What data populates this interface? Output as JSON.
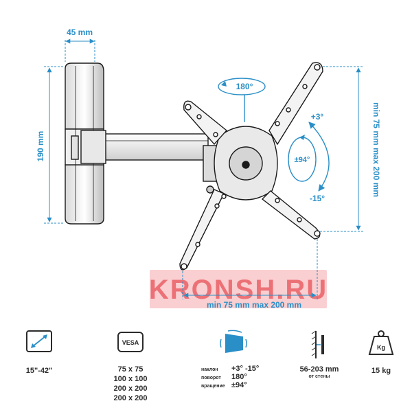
{
  "dimensions": {
    "width": "45 mm",
    "height": "190 mm",
    "vesa_vertical": "min 75 mm max 200 mm",
    "vesa_horizontal": "min 75 mm max 200 mm",
    "swivel": "180°",
    "tilt_up": "+3°",
    "tilt_down": "-15°",
    "rotation": "±94°"
  },
  "watermark": "KRONSH.RU",
  "specs": {
    "screen_size": "15\"-42\"",
    "vesa_badge": "VESA",
    "vesa_sizes": [
      "75 x 75",
      "100 x 100",
      "200 x 200",
      "200 x 200"
    ],
    "motion": {
      "tilt_key": "наклон",
      "tilt_val": "+3° -15°",
      "swivel_key": "поворот",
      "swivel_val": "180°",
      "rotation_key": "вращение",
      "rotation_val": "±94°"
    },
    "wall_distance": "56-203 mm",
    "wall_distance_sub": "от стены",
    "weight_badge": "Kg",
    "weight": "15 kg"
  },
  "colors": {
    "dimension_blue": "#2a8fc7",
    "watermark_red": "#e3262d",
    "line_dark": "#1a1a1a"
  }
}
